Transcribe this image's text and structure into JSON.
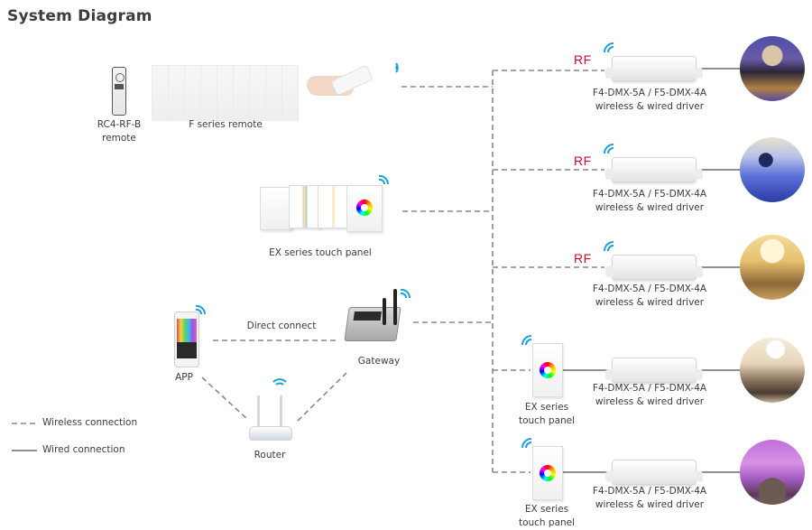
{
  "title": "System Diagram",
  "colors": {
    "wifi": "#1aa3d6",
    "rf_label": "#c8102e",
    "dashed_line": "#888888",
    "solid_line": "#6b6b6b",
    "text": "#3c3c3c"
  },
  "sources": {
    "rc4_remote": {
      "label_line1": "RC4-RF-B",
      "label_line2": "remote",
      "icon": "remote-control-icon"
    },
    "f_series_remote": {
      "label": "F series remote",
      "icon": "wall-remote-icon",
      "count": 9
    },
    "ex_touch_panel": {
      "label": "EX series touch panel",
      "icon": "touch-panel-icon"
    },
    "app": {
      "label": "APP",
      "icon": "smartphone-icon"
    },
    "gateway": {
      "label": "Gateway",
      "icon": "gateway-icon"
    },
    "router": {
      "label": "Router",
      "icon": "router-icon"
    },
    "direct_connect": {
      "label": "Direct connect"
    }
  },
  "drivers": [
    {
      "model": "F4-DMX-5A / F5-DMX-4A",
      "desc": "wireless & wired driver",
      "link": "RF",
      "scene": "theater"
    },
    {
      "model": "F4-DMX-5A / F5-DMX-4A",
      "desc": "wireless & wired driver",
      "link": "RF",
      "scene": "blue-room"
    },
    {
      "model": "F4-DMX-5A / F5-DMX-4A",
      "desc": "wireless & wired driver",
      "link": "RF",
      "scene": "warm-hall"
    },
    {
      "model": "F4-DMX-5A / F5-DMX-4A",
      "desc": "wireless & wired driver",
      "link": "EX series touch panel",
      "panel_line1": "EX series",
      "panel_line2": "touch panel",
      "scene": "living-room"
    },
    {
      "model": "F4-DMX-5A / F5-DMX-4A",
      "desc": "wireless & wired driver",
      "link": "EX series touch panel",
      "panel_line1": "EX series",
      "panel_line2": "touch panel",
      "scene": "purple-bedroom"
    }
  ],
  "legend": {
    "wireless": "Wireless connection",
    "wired": "Wired connection"
  }
}
